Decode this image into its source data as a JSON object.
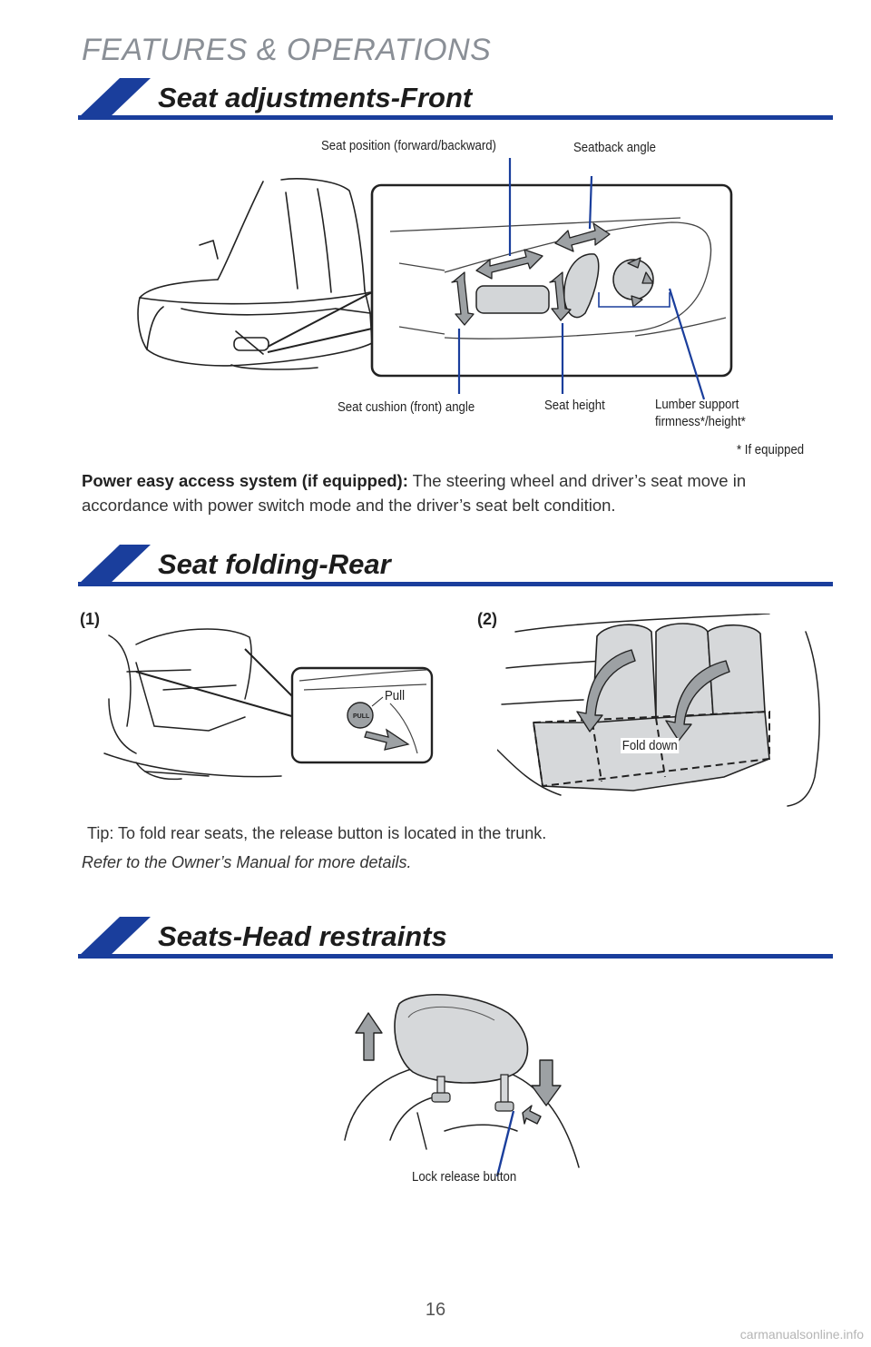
{
  "page": {
    "header": "FEATURES & OPERATIONS",
    "page_number": "16",
    "watermark": "carmanualsonline.info"
  },
  "colors": {
    "accent_blue": "#1a3e9c",
    "header_gray": "#8a8f96",
    "arrow_gray": "#9da1a4"
  },
  "sections": {
    "front": {
      "title": "Seat adjustments-Front",
      "labels": {
        "seat_position": "Seat position (forward/backward)",
        "seatback_angle": "Seatback angle",
        "cushion_angle": "Seat cushion (front) angle",
        "seat_height": "Seat height",
        "lumbar_line1": "Lumber support",
        "lumbar_line2": "firmness*/height*",
        "footnote": "* If equipped"
      },
      "para_bold": "Power easy access system (if equipped):",
      "para_text": " The steering wheel and driver’s seat move in accordance with power switch mode and the driver’s seat belt condition."
    },
    "rear": {
      "title": "Seat folding-Rear",
      "step1": "(1)",
      "step2": "(2)",
      "pull_label": "Pull",
      "pull_button_text": "PULL",
      "fold_label": "Fold down",
      "tip": "Tip: To fold rear seats, the release button is located in the trunk.",
      "note": "Refer to the Owner’s Manual for more details."
    },
    "head": {
      "title": "Seats-Head restraints",
      "lock_label": "Lock release button"
    }
  }
}
